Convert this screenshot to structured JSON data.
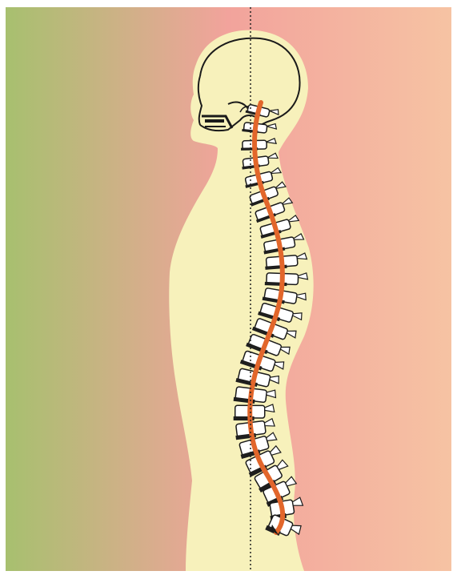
{
  "illustration": {
    "subject": "human-torso-side-view-with-spine",
    "colors": {
      "background_left": "#a7c06f",
      "background_middle": "#f2a39c",
      "background_right": "#f6c3a3",
      "body_fill": "#f7f1bb",
      "body_outline": "#1a1a1a",
      "spine_curve": "#e2662b",
      "vertebra_dark": "#1e1e1e",
      "vertebra_light": "#ffffff",
      "plumb_line": "#222222"
    },
    "elements": {
      "plumb_line_style": "dotted-vertical",
      "spine_curve_style": "s-curve"
    }
  }
}
